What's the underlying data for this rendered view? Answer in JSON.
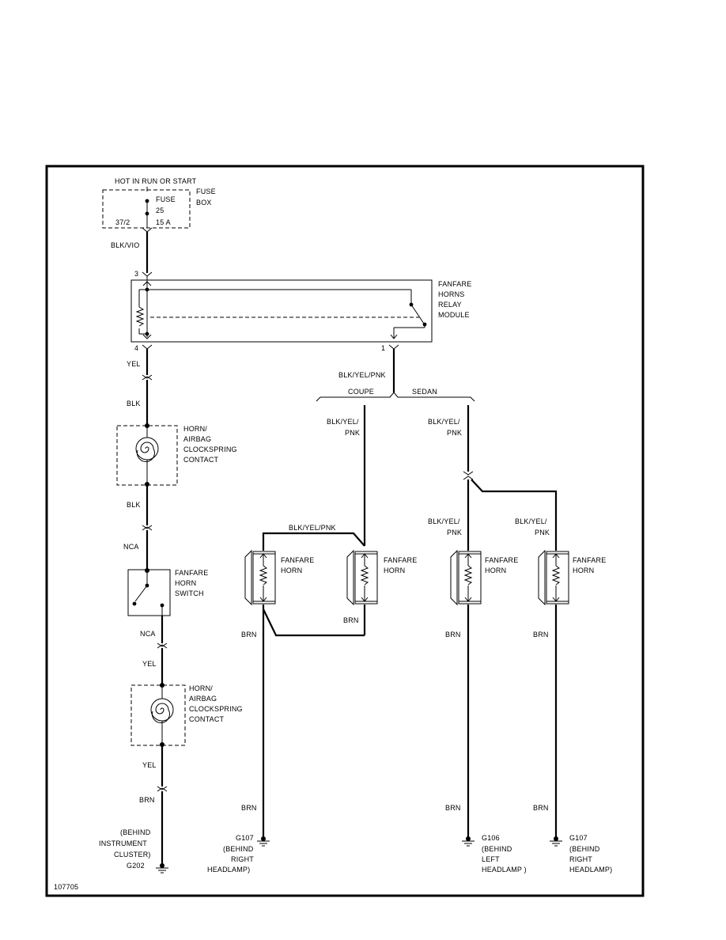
{
  "power": {
    "source_label": "HOT IN RUN OR START"
  },
  "fuse_box": {
    "label_line1": "FUSE",
    "label_line2": "BOX",
    "fuse_line1": "FUSE",
    "fuse_line2": "25",
    "fuse_rating": "15 A",
    "connector_id": "37/2"
  },
  "wires": {
    "fuse_to_relay": "BLK/VIO",
    "relay_pin4_out": "YEL",
    "to_clockspring_upper": "BLK",
    "clockspring_upper_out": "BLK",
    "to_switch": "NCA",
    "switch_out": "NCA",
    "to_clockspring_lower": "YEL",
    "clockspring_lower_out": "YEL",
    "to_ground_g202": "BRN",
    "relay_out": "BLK/YEL/PNK",
    "coupe_feed_line1": "BLK/YEL/",
    "coupe_feed_line2": "PNK",
    "coupe_jumper": "BLK/YEL/PNK",
    "sedan_feed_line1": "BLK/YEL/",
    "sedan_feed_line2": "PNK",
    "sedan_left_line1": "BLK/YEL/",
    "sedan_left_line2": "PNK",
    "sedan_right_line1": "BLK/YEL/",
    "sedan_right_line2": "PNK",
    "coupe_horn1_out": "BRN",
    "coupe_horn2_out": "BRN",
    "sedan_horn1_out": "BRN",
    "sedan_horn2_out": "BRN",
    "coupe_ground": "BRN",
    "sedan_left_ground": "BRN",
    "sedan_right_ground": "BRN"
  },
  "relay": {
    "label_line1": "FANFARE",
    "label_line2": "HORNS",
    "label_line3": "RELAY",
    "label_line4": "MODULE",
    "pin_in": "3",
    "pin_coil": "4",
    "pin_out": "1"
  },
  "variants": {
    "coupe": "COUPE",
    "sedan": "SEDAN"
  },
  "clockspring": {
    "label_line1": "HORN/",
    "label_line2": "AIRBAG",
    "label_line3": "CLOCKSPRING",
    "label_line4": "CONTACT"
  },
  "horn_switch": {
    "label_line1": "FANFARE",
    "label_line2": "HORN",
    "label_line3": "SWITCH"
  },
  "horn": {
    "label_line1": "FANFARE",
    "label_line2": "HORN"
  },
  "grounds": {
    "g202": {
      "id": "G202",
      "line1": "(BEHIND",
      "line2": "INSTRUMENT",
      "line3": "CLUSTER)"
    },
    "g107_coupe": {
      "id": "G107",
      "line1": "(BEHIND",
      "line2": "RIGHT",
      "line3": "HEADLAMP)"
    },
    "g106": {
      "id": "G106",
      "line1": "(BEHIND",
      "line2": "LEFT",
      "line3": "HEADLAMP )"
    },
    "g107_sedan": {
      "id": "G107",
      "line1": "(BEHIND",
      "line2": "RIGHT",
      "line3": "HEADLAMP)"
    }
  },
  "figure_id": "107705",
  "colors": {
    "ink": "#000000",
    "background": "#ffffff"
  }
}
